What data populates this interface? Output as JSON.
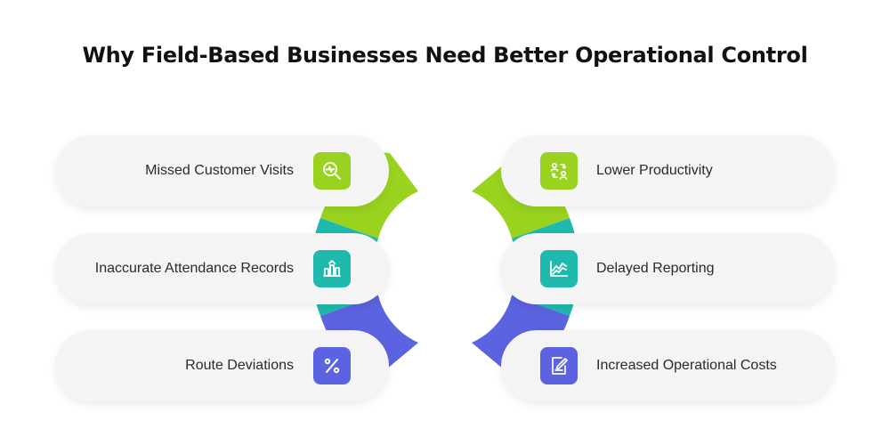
{
  "title": "Why Field-Based Businesses Need Better Operational Control",
  "colors": {
    "green": "#99d320",
    "teal": "#1fb9ae",
    "purple": "#5b63e0"
  },
  "left_items": [
    {
      "label": "Missed Customer Visits",
      "icon": "search-analytics-icon",
      "color": "green"
    },
    {
      "label": "Inaccurate Attendance Records",
      "icon": "bar-chart-icon",
      "color": "teal"
    },
    {
      "label": "Route Deviations",
      "icon": "percent-icon",
      "color": "purple"
    }
  ],
  "right_items": [
    {
      "label": "Lower Productivity",
      "icon": "user-swap-icon",
      "color": "green"
    },
    {
      "label": "Delayed Reporting",
      "icon": "line-chart-icon",
      "color": "teal"
    },
    {
      "label": "Increased Operational Costs",
      "icon": "document-edit-icon",
      "color": "purple"
    }
  ]
}
